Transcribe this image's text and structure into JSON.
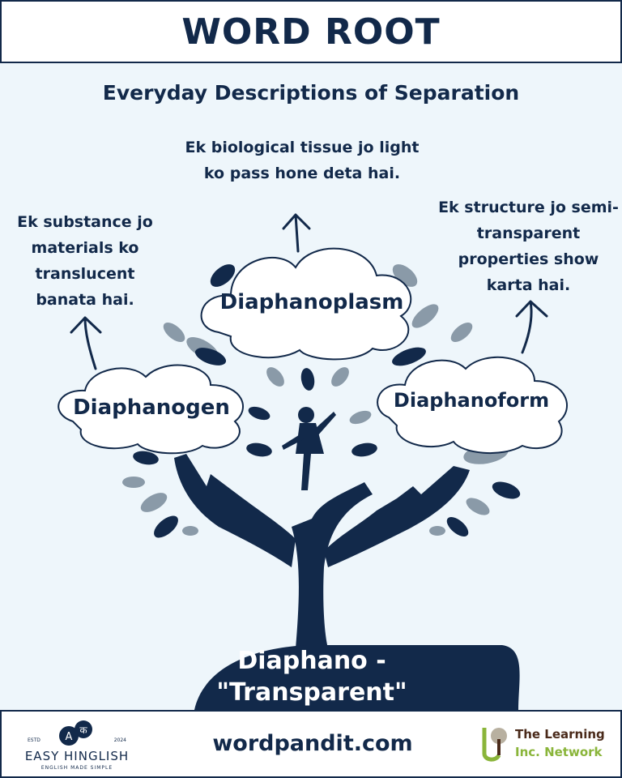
{
  "header": {
    "title": "WORD ROOT"
  },
  "subtitle": "Everyday Descriptions of Separation",
  "words": [
    {
      "word": "Diaphanogen",
      "description": "Ek substance jo materials ko translucent banata hai."
    },
    {
      "word": "Diaphanoplasm",
      "description": "Ek biological tissue jo light ko pass hone deta hai."
    },
    {
      "word": "Diaphanoform",
      "description": "Ek structure jo semi-transparent properties show karta hai."
    }
  ],
  "root": {
    "line1": "Diaphano -",
    "line2": "\"Transparent\""
  },
  "footer": {
    "site": "wordpandit.com",
    "left_logo": {
      "estd": "ESTD",
      "year": "2024",
      "name": "EASY HINGLISH",
      "tagline": "ENGLISH MADE SIMPLE",
      "letters": [
        "A",
        "क"
      ]
    },
    "right_logo": {
      "line1": "The Learning",
      "line2": "Inc. Network"
    }
  },
  "colors": {
    "navy": "#12294a",
    "background": "#eef6fb",
    "leaf_gray": "#8a9aa8"
  }
}
